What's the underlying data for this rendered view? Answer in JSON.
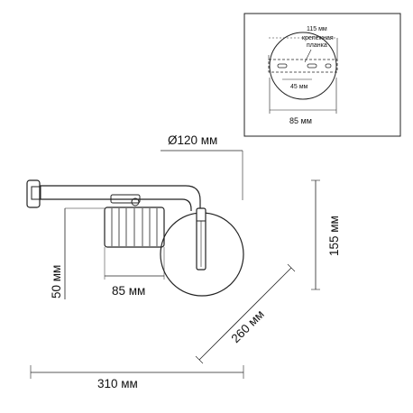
{
  "inset": {
    "width_top_label": "115 мм",
    "plate_label_line1": "крепежная",
    "plate_label_line2": "планка",
    "hole_spacing_label": "45 мм",
    "plate_width_label": "85 мм"
  },
  "dimensions": {
    "diameter_label": "Ø120 мм",
    "height_label": "155 мм",
    "arm_drop_label": "50 мм",
    "shade_width_label": "85 мм",
    "diagonal_label": "260 мм",
    "total_width_label": "310 мм"
  }
}
